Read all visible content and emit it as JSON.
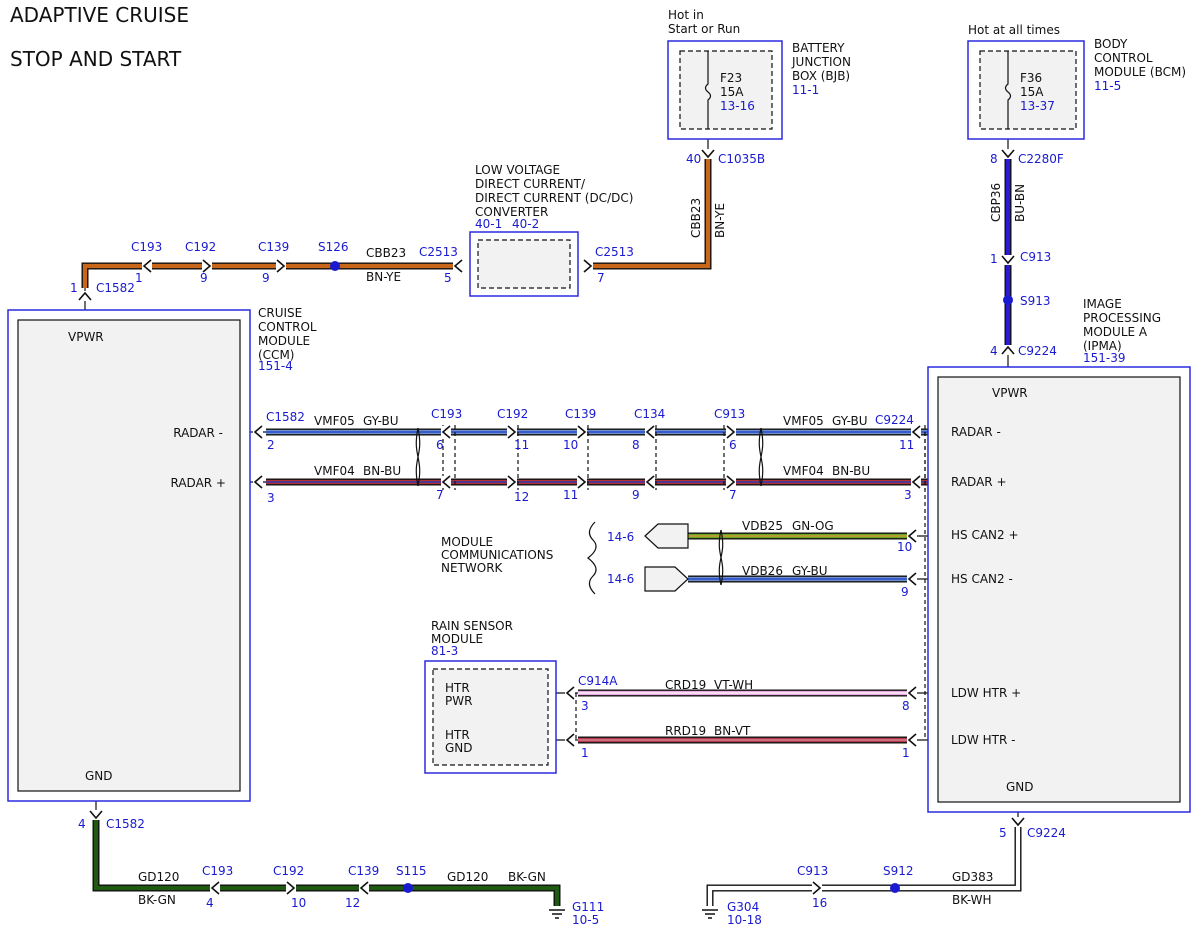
{
  "title": {
    "line1": "ADAPTIVE CRUISE",
    "line2": "STOP AND START"
  },
  "colors": {
    "label_blue": "#1a1ad0",
    "module_border": "#2a2ae0",
    "wire_bn_ye": "#c8661a",
    "wire_bu_bn": "#2a1ad0",
    "wire_gy_bu": "#6f8fc8",
    "wire_bn_bu": "#b23030",
    "wire_gn_og": "#6aa628",
    "wire_vt_wh": "#e8a8e0",
    "wire_bn_vt": "#b23a4a",
    "wire_bk_gn": "#1f5a12",
    "wire_bk_wh": "#111111"
  },
  "bjb": {
    "hot_line1": "Hot in",
    "hot_line2": "Start or Run",
    "name_line1": "BATTERY",
    "name_line2": "JUNCTION",
    "name_line3": "BOX (BJB)",
    "ref": "11-1",
    "fuse": "F23",
    "amps": "15A",
    "fuse_ref": "13-16",
    "pin": "40",
    "connector": "C1035B",
    "circuit": "CBB23",
    "color": "BN-YE"
  },
  "bcm": {
    "hot_line": "Hot at all times",
    "name_line1": "BODY",
    "name_line2": "CONTROL",
    "name_line3": "MODULE (BCM)",
    "ref": "11-5",
    "fuse": "F36",
    "amps": "15A",
    "fuse_ref": "13-37",
    "pin": "8",
    "connector": "C2280F",
    "circuit": "CBP36",
    "color": "BU-BN",
    "c913_pin": "1",
    "c913": "C913",
    "splice": "S913",
    "ipma_pin": "4",
    "ipma_connector": "C9224"
  },
  "dcdc": {
    "name_line1": "LOW VOLTAGE",
    "name_line2": "DIRECT CURRENT/",
    "name_line3": "DIRECT CURRENT (DC/DC)",
    "name_line4": "CONVERTER",
    "ref1": "40-1",
    "ref2": "40-2",
    "left_connector": "C2513",
    "left_pin": "5",
    "right_connector": "C2513",
    "right_pin": "7"
  },
  "feed": {
    "circuit": "CBB23",
    "color": "BN-YE",
    "splice": "S126",
    "c139": "C139",
    "c139_pin": "9",
    "c192": "C192",
    "c192_pin": "9",
    "c193": "C193",
    "c193_pin": "1",
    "ccm_pin": "1",
    "ccm_connector": "C1582"
  },
  "ccm": {
    "name_line1": "CRUISE",
    "name_line2": "CONTROL",
    "name_line3": "MODULE",
    "name_line4": "(CCM)",
    "ref": "151-4",
    "vpwr": "VPWR",
    "radar_minus": "RADAR -",
    "radar_plus": "RADAR +",
    "gnd": "GND"
  },
  "ipma": {
    "name_line1": "IMAGE",
    "name_line2": "PROCESSING",
    "name_line3": "MODULE A",
    "name_line4": "(IPMA)",
    "ref": "151-39",
    "vpwr": "VPWR",
    "radar_minus": "RADAR -",
    "radar_plus": "RADAR +",
    "can_plus": "HS CAN2 +",
    "can_minus": "HS CAN2 -",
    "ldw_plus": "LDW HTR +",
    "ldw_minus": "LDW HTR -",
    "gnd": "GND"
  },
  "radar": {
    "c1582": "C1582",
    "c193": "C193",
    "c192": "C192",
    "c139": "C139",
    "c134": "C134",
    "c913": "C913",
    "c9224": "C9224",
    "minus_circuit_left": "VMF05",
    "minus_color_left": "GY-BU",
    "minus_circuit_right": "VMF05",
    "minus_color_right": "GY-BU",
    "plus_circuit_left": "VMF04",
    "plus_color_left": "BN-BU",
    "plus_circuit_right": "VMF04",
    "plus_color_right": "BN-BU",
    "minus_pins": [
      "2",
      "6",
      "11",
      "10",
      "8",
      "6",
      "11"
    ],
    "plus_pins": [
      "3",
      "7",
      "12",
      "11",
      "9",
      "7",
      "3"
    ]
  },
  "can": {
    "network_line1": "MODULE",
    "network_line2": "COMMUNICATIONS",
    "network_line3": "NETWORK",
    "ref_plus": "14-6",
    "ref_minus": "14-6",
    "plus_circuit": "VDB25",
    "plus_color": "GN-OG",
    "plus_pin": "10",
    "minus_circuit": "VDB26",
    "minus_color": "GY-BU",
    "minus_pin": "9"
  },
  "rain": {
    "name_line1": "RAIN SENSOR",
    "name_line2": "MODULE",
    "ref": "81-3",
    "htr_pwr_line1": "HTR",
    "htr_pwr_line2": "PWR",
    "htr_gnd_line1": "HTR",
    "htr_gnd_line2": "GND",
    "connector": "C914A",
    "pwr_pin": "3",
    "gnd_pin": "1",
    "pwr_circuit": "CRD19",
    "pwr_color": "VT-WH",
    "gnd_circuit": "RRD19",
    "gnd_color": "BN-VT",
    "ipma_pwr_pin": "8",
    "ipma_gnd_pin": "1"
  },
  "ccm_ground": {
    "pin": "4",
    "connector": "C1582",
    "circuit1": "GD120",
    "color1": "BK-GN",
    "c193": "C193",
    "c193_pin": "4",
    "c192": "C192",
    "c192_pin": "10",
    "c139": "C139",
    "c139_pin": "12",
    "splice": "S115",
    "circuit2": "GD120",
    "color2": "BK-GN",
    "ground": "G111",
    "ground_ref": "10-5"
  },
  "ipma_ground": {
    "pin": "5",
    "connector": "C9224",
    "circuit": "GD383",
    "color": "BK-WH",
    "splice": "S912",
    "c913": "C913",
    "c913_pin": "16",
    "ground": "G304",
    "ground_ref": "10-18"
  }
}
